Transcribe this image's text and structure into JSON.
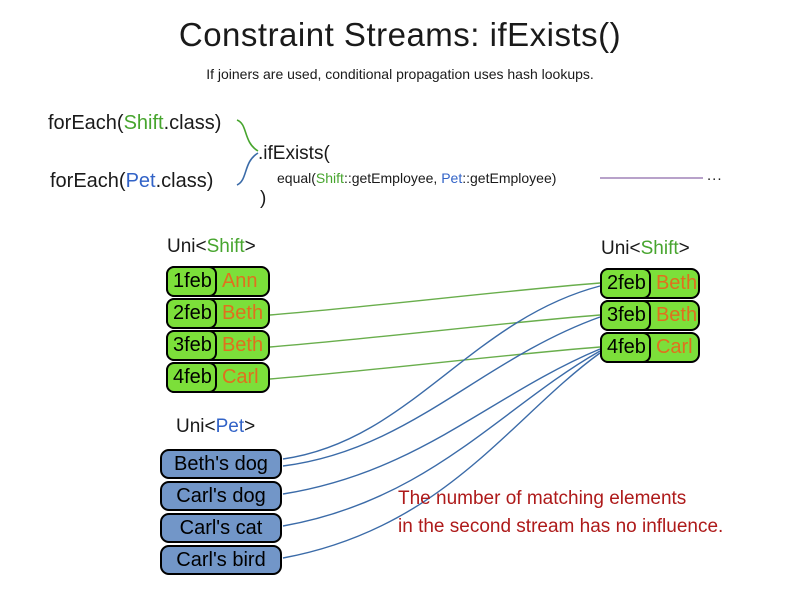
{
  "slide": {
    "title": "Constraint Streams: ifExists()",
    "subtitle": "If joiners are used, conditional propagation uses hash lookups."
  },
  "code": {
    "foreach_shift_pre": "forEach(",
    "foreach_shift_class": "Shift",
    "foreach_shift_post": ".class)",
    "foreach_pet_pre": "forEach(",
    "foreach_pet_class": "Pet",
    "foreach_pet_post": ".class)",
    "if_exists": ".ifExists(",
    "equal_pre": "equal(",
    "equal_shift": "Shift",
    "equal_mid": "::getEmployee, ",
    "equal_pet": "Pet",
    "equal_post": "::getEmployee)",
    "ellipsis": "...",
    "close_paren": ")"
  },
  "left_shift_table": {
    "label_pre": "Uni<",
    "label_type": "Shift",
    "label_post": ">",
    "rows": [
      {
        "date": "1feb",
        "name": "Ann"
      },
      {
        "date": "2feb",
        "name": "Beth"
      },
      {
        "date": "3feb",
        "name": "Beth"
      },
      {
        "date": "4feb",
        "name": "Carl"
      }
    ]
  },
  "right_shift_table": {
    "label_pre": "Uni<",
    "label_type": "Shift",
    "label_post": ">",
    "rows": [
      {
        "date": "2feb",
        "name": "Beth"
      },
      {
        "date": "3feb",
        "name": "Beth"
      },
      {
        "date": "4feb",
        "name": "Carl"
      }
    ]
  },
  "pet_list": {
    "label_pre": "Uni<",
    "label_type": "Pet",
    "label_post": ">",
    "items": [
      {
        "name": "Beth's dog"
      },
      {
        "name": "Carl's dog"
      },
      {
        "name": "Carl's cat"
      },
      {
        "name": "Carl's bird"
      }
    ]
  },
  "note": {
    "line1": "The number of matching elements",
    "line2": "in the second stream has no influence."
  },
  "colors": {
    "class_green": "#47A52E",
    "class_blue": "#3263C7",
    "box_green": "#7CDF3A",
    "box_blue": "#7296C8",
    "name_orange": "#E0701E",
    "line_green": "#69AE4C",
    "line_blue": "#3B6BA8",
    "note_red": "#AE1A1A",
    "reference_line_purple": "#A183B9"
  }
}
